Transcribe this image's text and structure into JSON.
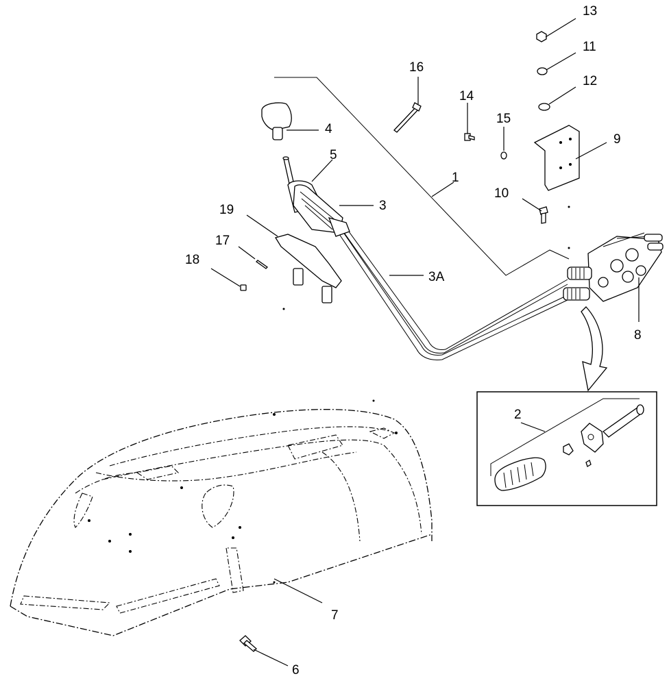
{
  "callouts": {
    "c1": "1",
    "c2": "2",
    "c3": "3",
    "c3a": "3A",
    "c4": "4",
    "c5": "5",
    "c6": "6",
    "c7": "7",
    "c8": "8",
    "c9": "9",
    "c10": "10",
    "c11": "11",
    "c12": "12",
    "c13": "13",
    "c14": "14",
    "c15": "15",
    "c16": "16",
    "c17": "17",
    "c18": "18",
    "c19": "19"
  }
}
